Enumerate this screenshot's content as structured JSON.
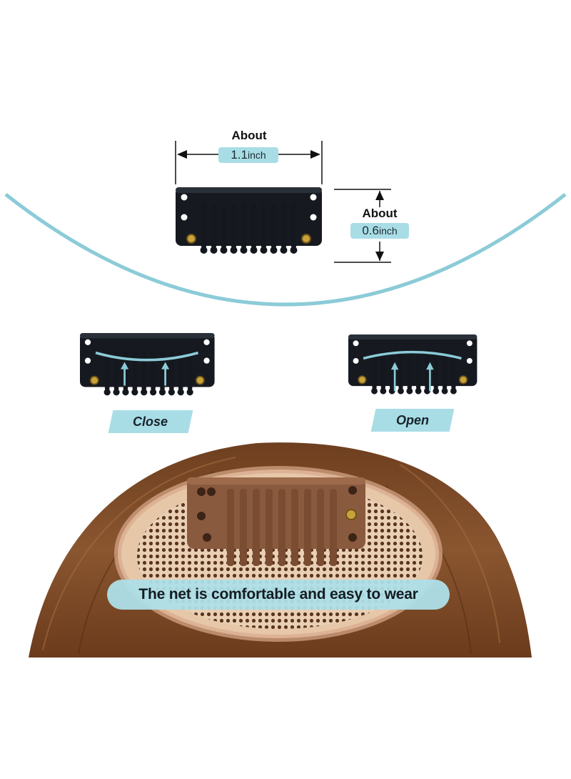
{
  "width_measure": {
    "about": "About",
    "value": "1.1",
    "unit": "inch"
  },
  "height_measure": {
    "about": "About",
    "value": "0.6",
    "unit": "inch"
  },
  "states": {
    "close": "Close",
    "open": "Open"
  },
  "caption": "The net is comfortable and easy to wear",
  "colors": {
    "accent_light_blue": "#a9dde6",
    "arc_line": "#8ccbd8",
    "clip_black": "#161a20",
    "clip_brown": "#8a5a3e",
    "hair_brown": "#7a4a25",
    "net_beige": "#e6c7a8"
  }
}
